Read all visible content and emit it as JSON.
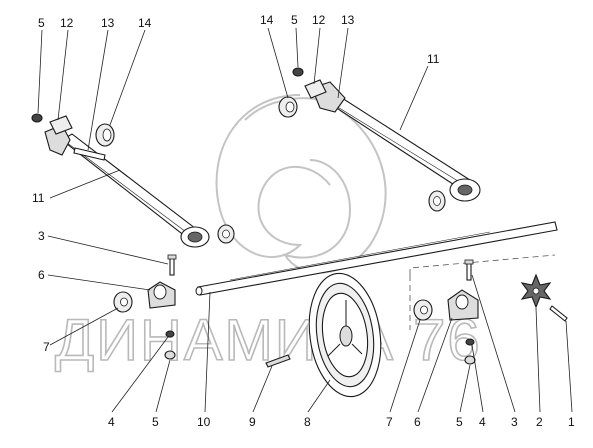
{
  "callouts": {
    "top_left": [
      "5",
      "12",
      "13",
      "14"
    ],
    "top_right": [
      "14",
      "5",
      "12",
      "13"
    ],
    "arm_left": "11",
    "arm_right": "11",
    "side_left": [
      "3",
      "6",
      "7"
    ],
    "bottom": [
      "4",
      "5",
      "10",
      "9",
      "8",
      "7",
      "6",
      "5",
      "4",
      "3",
      "2",
      "1"
    ]
  },
  "watermark": {
    "text": "ДИНАМИКА 76",
    "color": "#b9b9b9"
  },
  "colors": {
    "line": "#1a1a1a",
    "part_fill": "#ffffff",
    "part_shade": "#cfcfcf",
    "background": "#ffffff"
  }
}
